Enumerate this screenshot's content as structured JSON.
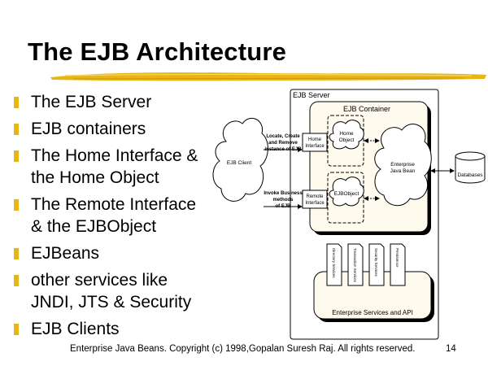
{
  "slide": {
    "title": "The EJB Architecture",
    "bullets": [
      [
        "The EJB Server"
      ],
      [
        "EJB containers"
      ],
      [
        "The Home Interface &",
        "the Home Object"
      ],
      [
        "The Remote Interface",
        "& the EJBObject"
      ],
      [
        "EJBeans"
      ],
      [
        "other services like",
        "JNDI, JTS & Security"
      ],
      [
        "EJB Clients"
      ]
    ],
    "footer": "Enterprise Java Beans. Copyright (c) 1998,Gopalan Suresh Raj. All rights reserved.",
    "page_number": "14",
    "accent_color": "#e9b514"
  },
  "diagram": {
    "server_label": "EJB Server",
    "container_label": "EJB Container",
    "client_label": "EJB Client",
    "locate_label": [
      "Locate, Create",
      "and Remove",
      "instance of EJB"
    ],
    "invoke_label": [
      "Invoke Business",
      "methods",
      "of EJB"
    ],
    "home_interface_label": [
      "Home",
      "Interface"
    ],
    "home_object_label": [
      "Home",
      "Object"
    ],
    "remote_interface_label": [
      "Remote",
      "Interface"
    ],
    "ejbobject_label": "EJBObject",
    "enterprise_bean_label": [
      "Enterprise",
      "Java Bean"
    ],
    "database_label": "Databases",
    "services_label": "Enterprise Services and API",
    "service_pages": [
      "Directory Services",
      "Transaction Services",
      "Security Services",
      "Persistence"
    ]
  }
}
